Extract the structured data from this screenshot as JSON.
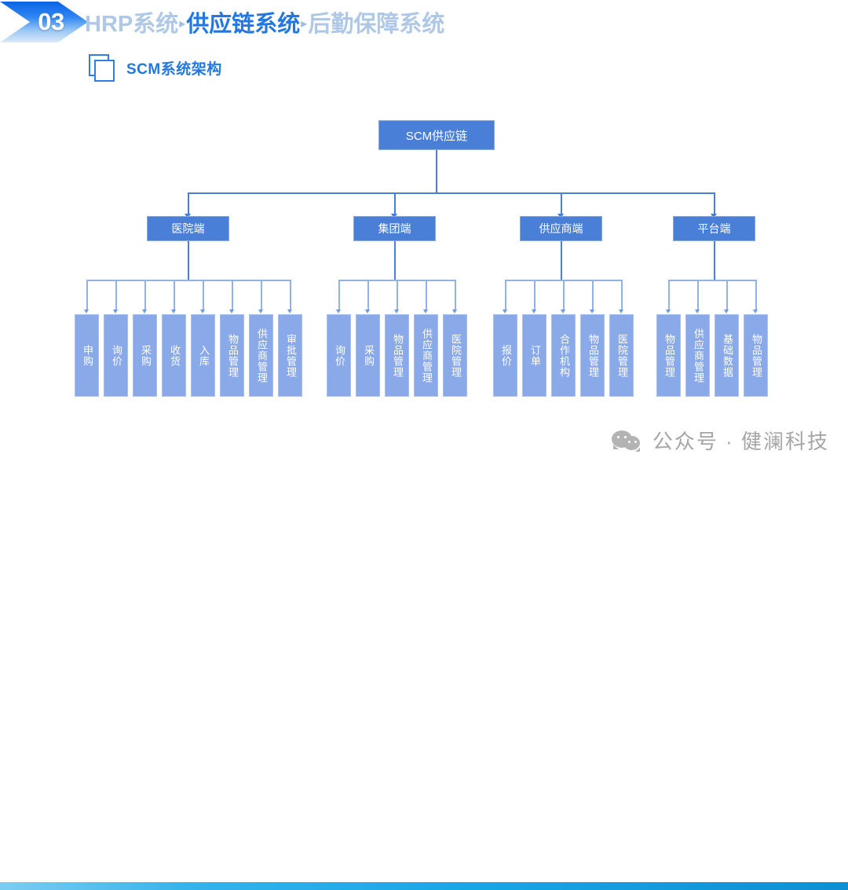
{
  "header": {
    "badge_number": "03",
    "breadcrumb": [
      {
        "text": "HRP系统",
        "active": false
      },
      {
        "text": "供应链系统",
        "active": true
      },
      {
        "text": "后勤保障系统",
        "active": false
      }
    ],
    "separator": "▸",
    "accent_color": "#2277e0",
    "dim_color": "#aec8e6"
  },
  "subtitle": {
    "icon": "stacked-squares-icon",
    "text": "SCM系统架构"
  },
  "diagram": {
    "type": "org-chart",
    "node_color": "#4a7fd8",
    "leaf_color": "#89a9e8",
    "connector_color": "#4a7fd8",
    "root": {
      "label": "SCM供应链"
    },
    "branches": [
      {
        "label": "医院端",
        "leaves": [
          "申购",
          "询价",
          "采购",
          "收货",
          "入库",
          "物品管理",
          "供应商管理",
          "审批管理"
        ]
      },
      {
        "label": "集团端",
        "leaves": [
          "询价",
          "采购",
          "物品管理",
          "供应商管理",
          "医院管理"
        ]
      },
      {
        "label": "供应商端",
        "leaves": [
          "报价",
          "订单",
          "合作机构",
          "物品管理",
          "医院管理"
        ]
      },
      {
        "label": "平台端",
        "leaves": [
          "物品管理",
          "供应商管理",
          "基础数据",
          "物品管理"
        ]
      }
    ]
  },
  "footer": {
    "icon": "wechat-icon",
    "watermark": "公众号 · 健澜科技",
    "bar_color_start": "#7ccdf2",
    "bar_color_end": "#0e8fd4"
  }
}
